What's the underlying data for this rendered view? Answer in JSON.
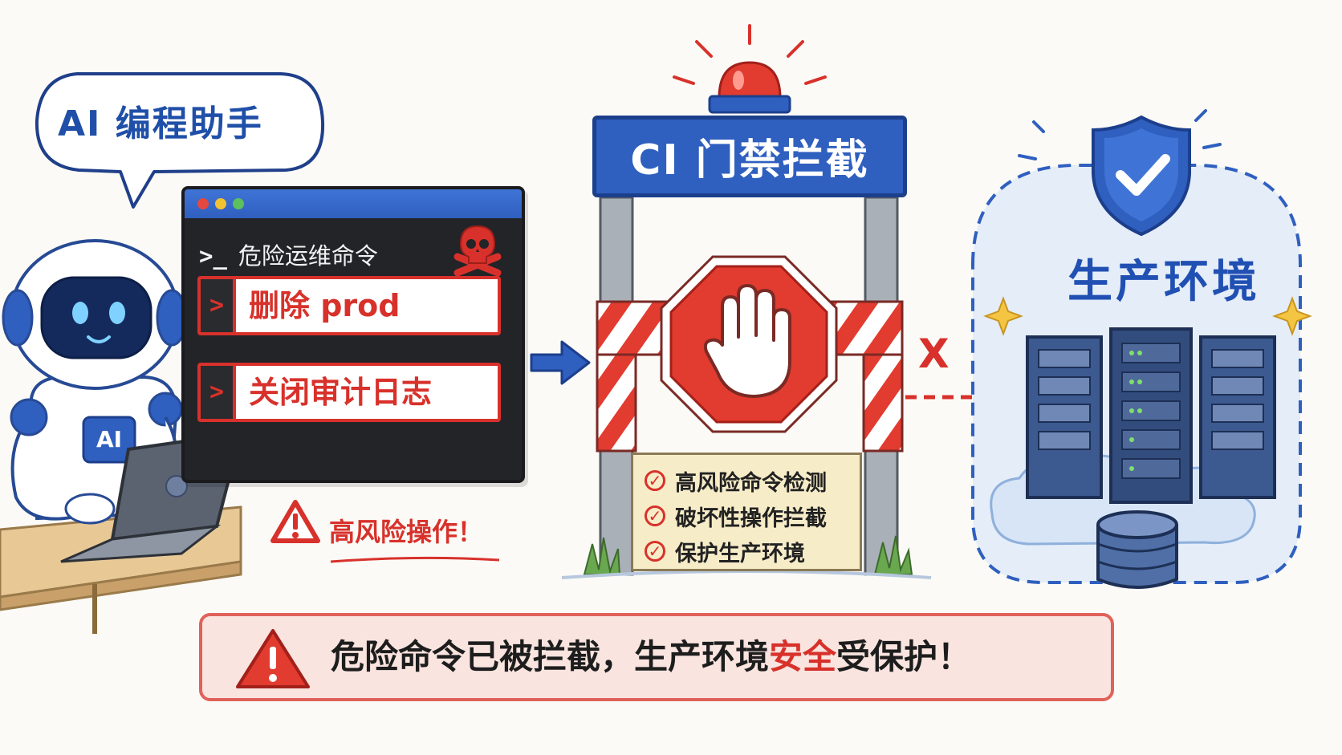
{
  "assistant": {
    "bubble_label": "AI 编程助手",
    "chest_badge": "AI"
  },
  "terminal": {
    "header": "危险运维命令",
    "prompt_symbol": ">_",
    "commands": [
      {
        "caret": ">",
        "text": "删除 prod"
      },
      {
        "caret": ">",
        "text": "关闭审计日志"
      }
    ],
    "icon": "skull-crossbones-icon"
  },
  "risk_warning": {
    "text": "高风险操作！",
    "icon": "warning-triangle-icon"
  },
  "gate": {
    "title": "CI 门禁拦截",
    "sign_icon": "stop-hand-icon",
    "alarm_icon": "siren-icon",
    "checklist": [
      {
        "text": "高风险命令检测",
        "icon": "check-circle-icon"
      },
      {
        "text": "破坏性操作拦截",
        "icon": "check-circle-icon"
      },
      {
        "text": "保护生产环境",
        "icon": "check-circle-icon"
      }
    ]
  },
  "blocked_mark": "X",
  "production": {
    "title": "生产环境",
    "shield_icon": "shield-check-icon",
    "server_icon": "server-rack-icon",
    "database_icon": "database-icon"
  },
  "banner": {
    "text_before": "危险命令已被拦截，生产环境",
    "text_highlight": "安全",
    "text_after": "受保护！",
    "icon": "warning-triangle-icon"
  },
  "colors": {
    "primary_blue": "#2f5fbf",
    "danger_red": "#d8312b",
    "terminal_dark": "#222428",
    "note_paper": "#f7ecc8",
    "banner_bg": "#f9e4df"
  }
}
